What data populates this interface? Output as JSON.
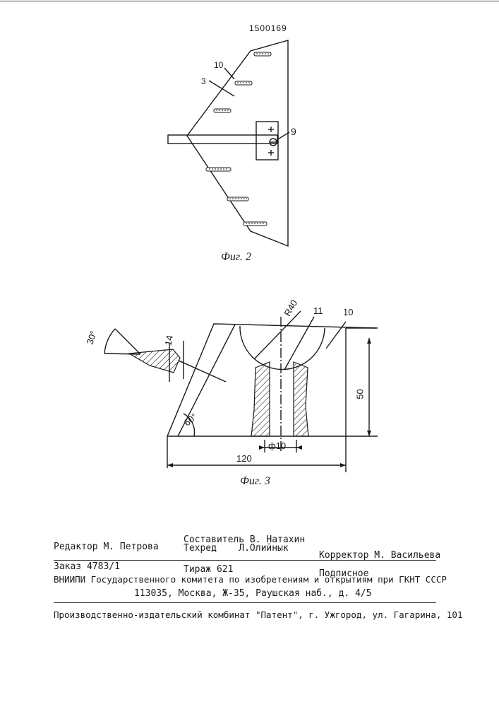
{
  "header": {
    "patent_number": "1500169"
  },
  "fig2": {
    "caption": "Фиг. 2",
    "labels": {
      "l10": "10",
      "l3": "3",
      "l9": "9"
    }
  },
  "fig3": {
    "caption": "Фиг. 3",
    "labels": {
      "angle30": "30°",
      "d14": "14",
      "r40": "R40",
      "l11": "11",
      "l10": "10",
      "h50": "50",
      "angle60": "60°",
      "d10": "ф10",
      "w120": "120"
    }
  },
  "imprint": {
    "editor": "Редактор М. Петрова",
    "compiler": "Составитель В. Натахин",
    "techred": "Техред    Л.Олийнык",
    "corrector": "Корректор М. Васильева",
    "order": "Заказ 4783/1",
    "circulation": "Тираж 621",
    "subscription": "Подписное",
    "org_line1": "ВНИИПИ Государственного комитета по изобретениям и открытиям при ГКНТ СССР",
    "org_line2": "113035, Москва, Ж-35, Раушская наб., д. 4/5",
    "publisher": "Производственно-издательский комбинат \"Патент\", г. Ужгород, ул. Гагарина, 101"
  }
}
